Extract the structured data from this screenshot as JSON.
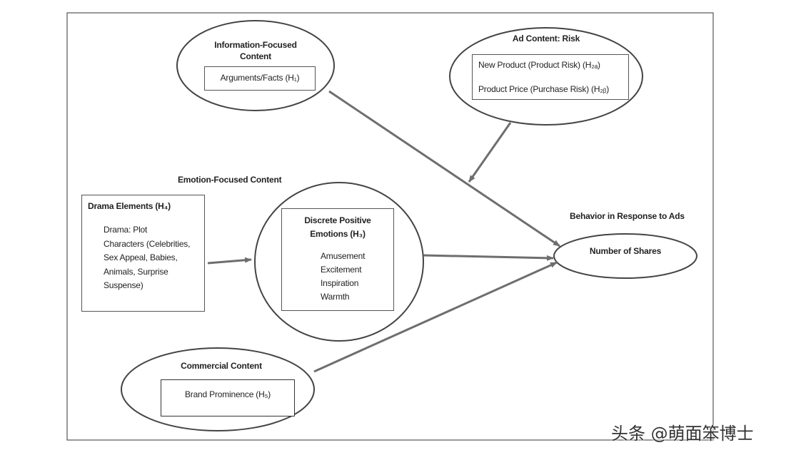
{
  "information_content": {
    "title": "Information-Focused Content",
    "title_line1": "Information-Focused",
    "title_line2": "Content",
    "item": "Arguments/Facts (H₁)"
  },
  "ad_content_risk": {
    "title": "Ad Content: Risk",
    "items": [
      "New Product (Product Risk) (H₂ₐ)",
      "Product Price (Purchase Risk) (H₂ᵦ)"
    ]
  },
  "emotion_content": {
    "title": "Emotion-Focused Content"
  },
  "drama_elements": {
    "title": "Drama Elements (H₄)",
    "lines": [
      "Drama: Plot",
      "Characters (Celebrities,",
      "Sex Appeal, Babies,",
      "Animals, Surprise",
      "Suspense)"
    ]
  },
  "discrete_emotions": {
    "title_line1": "Discrete Positive",
    "title_line2": "Emotions (H₃)",
    "items": [
      "Amusement",
      "Excitement",
      "Inspiration",
      "Warmth"
    ]
  },
  "behavior": {
    "title": "Behavior in Response to Ads",
    "outcome": "Number of Shares"
  },
  "commercial_content": {
    "title": "Commercial Content",
    "item": "Brand Prominence (H₅)"
  },
  "watermark": "头条 @萌面笨博士",
  "colors": {
    "border": "#555555",
    "arrow": "#6e6e6e",
    "text": "#222222"
  }
}
